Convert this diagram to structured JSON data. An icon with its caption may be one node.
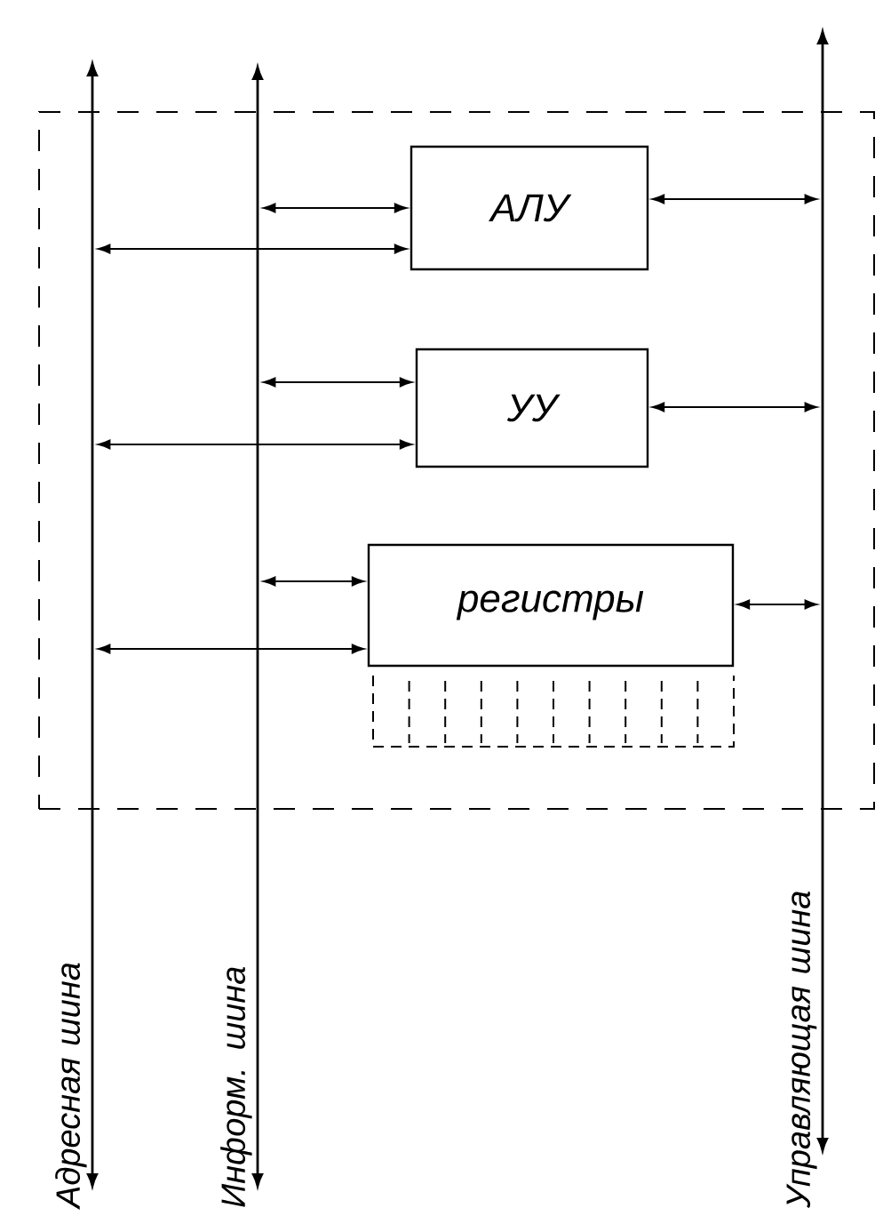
{
  "diagram": {
    "nodes": [
      {
        "text": [],
        "shape": "box"
      },
      {
        "text": [],
        "shape": "bar",
        "beside": [
          "Адресная шина"
        ]
      },
      {
        "text": [],
        "shape": "bar",
        "beside": [
          "Информ. шина"
        ]
      },
      {
        "text": [
          "АЛУ"
        ],
        "in": 0
      },
      {
        "text": [
          "УУ"
        ],
        "in": 0
      },
      {
        "text": [
          "регистры"
        ],
        "in": 0
      },
      {
        "text": [],
        "shape": "bar",
        "beside": [
          "Управляющая шина"
        ]
      }
    ],
    "edges": [
      {
        "from": 6,
        "to": 3,
        "arrow": "both"
      },
      {
        "from": 2,
        "to": 3,
        "arrow": "both"
      },
      {
        "from": 1,
        "to": 3,
        "arrow": "both"
      },
      {
        "from": 2,
        "to": 4,
        "arrow": "both"
      },
      {
        "from": 6,
        "to": 4,
        "arrow": "both"
      },
      {
        "from": 1,
        "to": 4,
        "arrow": "both"
      },
      {
        "from": 2,
        "to": 5,
        "arrow": "both"
      },
      {
        "from": 6,
        "to": 5,
        "arrow": "both"
      },
      {
        "from": 1,
        "to": 5,
        "arrow": "both"
      }
    ]
  }
}
